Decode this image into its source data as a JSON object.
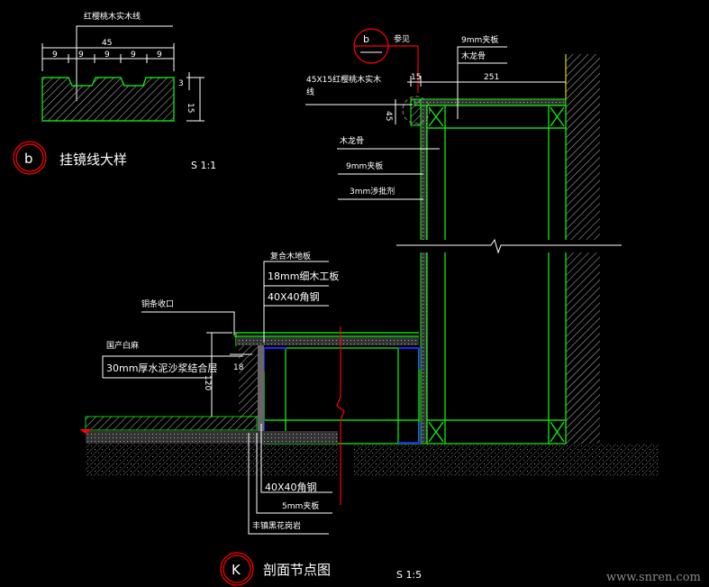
{
  "detail_b": {
    "material_label": "红樱桃木实木线",
    "dim_total": "45",
    "dim_segments": [
      "9",
      "9",
      "9",
      "9",
      "9"
    ],
    "dim_groove": "3",
    "dim_height": "15",
    "marker": "b",
    "title": "挂镜线大样",
    "scale": "S 1:1"
  },
  "section_k": {
    "ref_marker": "b",
    "ref_label": "参见",
    "top_labels": [
      "9mm夹板",
      "木龙骨"
    ],
    "moulding_label_1": "45X15红樱桃木实木",
    "moulding_label_2": "线",
    "dim_15": "15",
    "dim_251": "251",
    "dim_45": "45",
    "wall_labels": [
      "木龙骨",
      "9mm夹板",
      "3mm涉批剂"
    ],
    "floor_labels": [
      "复合木地板",
      "18mm细木工板",
      "40X40角钢"
    ],
    "edge_label": "铜条收口",
    "stone_labels": [
      "国产白麻",
      "30mm厚水泥沙浆结合层"
    ],
    "dim_18": "18",
    "dim_120": "120",
    "bottom_labels": [
      "40X40角钢",
      "5mm夹板",
      "丰镇黑花岗岩"
    ],
    "marker": "K",
    "title": "剖面节点图",
    "scale": "S 1:5"
  },
  "watermark": "www.snren.com",
  "colors": {
    "frame": "#11ff11",
    "callout": "#ff0000",
    "steel": "#2222ff",
    "panel": "#808080"
  }
}
